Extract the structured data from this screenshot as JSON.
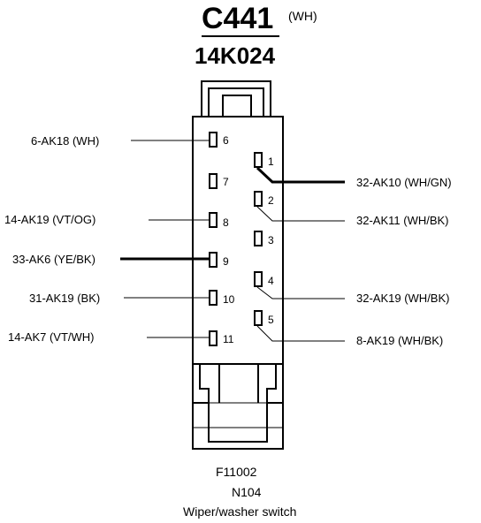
{
  "header": {
    "connector": "C441",
    "color": "(WH)",
    "part_number": "14K024"
  },
  "pins_left": [
    {
      "number": "6",
      "wire": "6-AK18 (WH)"
    },
    {
      "number": "7",
      "wire": ""
    },
    {
      "number": "8",
      "wire": "14-AK19 (VT/OG)"
    },
    {
      "number": "9",
      "wire": "33-AK6 (YE/BK)"
    },
    {
      "number": "10",
      "wire": "31-AK19 (BK)"
    },
    {
      "number": "11",
      "wire": "14-AK7 (VT/WH)"
    }
  ],
  "pins_right": [
    {
      "number": "1",
      "wire": "32-AK10 (WH/GN)"
    },
    {
      "number": "2",
      "wire": "32-AK11 (WH/BK)"
    },
    {
      "number": "3",
      "wire": ""
    },
    {
      "number": "4",
      "wire": "32-AK19 (WH/BK)"
    },
    {
      "number": "5",
      "wire": "8-AK19 (WH/BK)"
    }
  ],
  "footer": {
    "figure_code": "F11002",
    "sub_code": "N104",
    "caption": "Wiper/washer switch"
  }
}
